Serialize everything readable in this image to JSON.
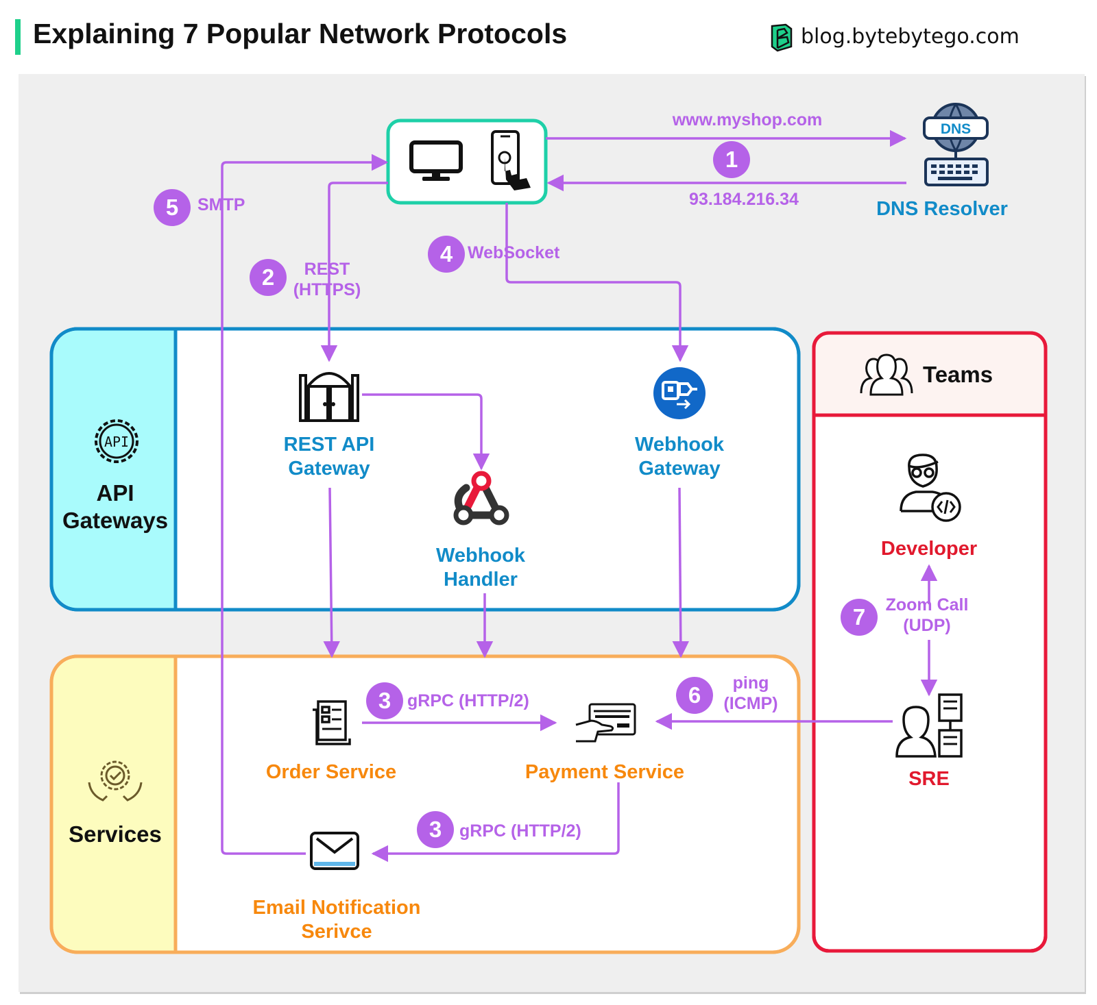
{
  "header": {
    "title": "Explaining 7 Popular Network Protocols",
    "brand": "blog.bytebytego.com"
  },
  "groups": {
    "api_gateways": "API Gateways",
    "services": "Services",
    "teams": "Teams"
  },
  "nodes": {
    "dns_resolver": "DNS Resolver",
    "dns_badge": "DNS",
    "rest_api_gateway": "REST API Gateway",
    "webhook_handler": "Webhook Handler",
    "webhook_gateway": "Webhook Gateway",
    "order_service": "Order Service",
    "payment_service": "Payment Service",
    "email_service": "Email Notification Serivce",
    "developer": "Developer",
    "sre": "SRE",
    "api_badge": "API"
  },
  "edges": {
    "dns_request": "www.myshop.com",
    "dns_response": "93.184.216.34",
    "smtp": "SMTP",
    "rest": "REST (HTTPS)",
    "websocket": "WebSocket",
    "grpc_1": "gRPC (HTTP/2)",
    "grpc_2": "gRPC (HTTP/2)",
    "icmp": "ping (ICMP)",
    "udp": "Zoom Call (UDP)"
  },
  "steps": [
    "1",
    "2",
    "3",
    "4",
    "5",
    "6",
    "7",
    "3"
  ],
  "colors": {
    "arrow": "#b562e8",
    "api_group_border": "#118bc8",
    "api_group_fill": "#a9fbfc",
    "services_group_border": "#f8ad5a",
    "services_group_fill": "#fdfcbe",
    "teams_border": "#e8193a",
    "client_border": "#1ed0a8",
    "accent": "#1ed08b"
  }
}
